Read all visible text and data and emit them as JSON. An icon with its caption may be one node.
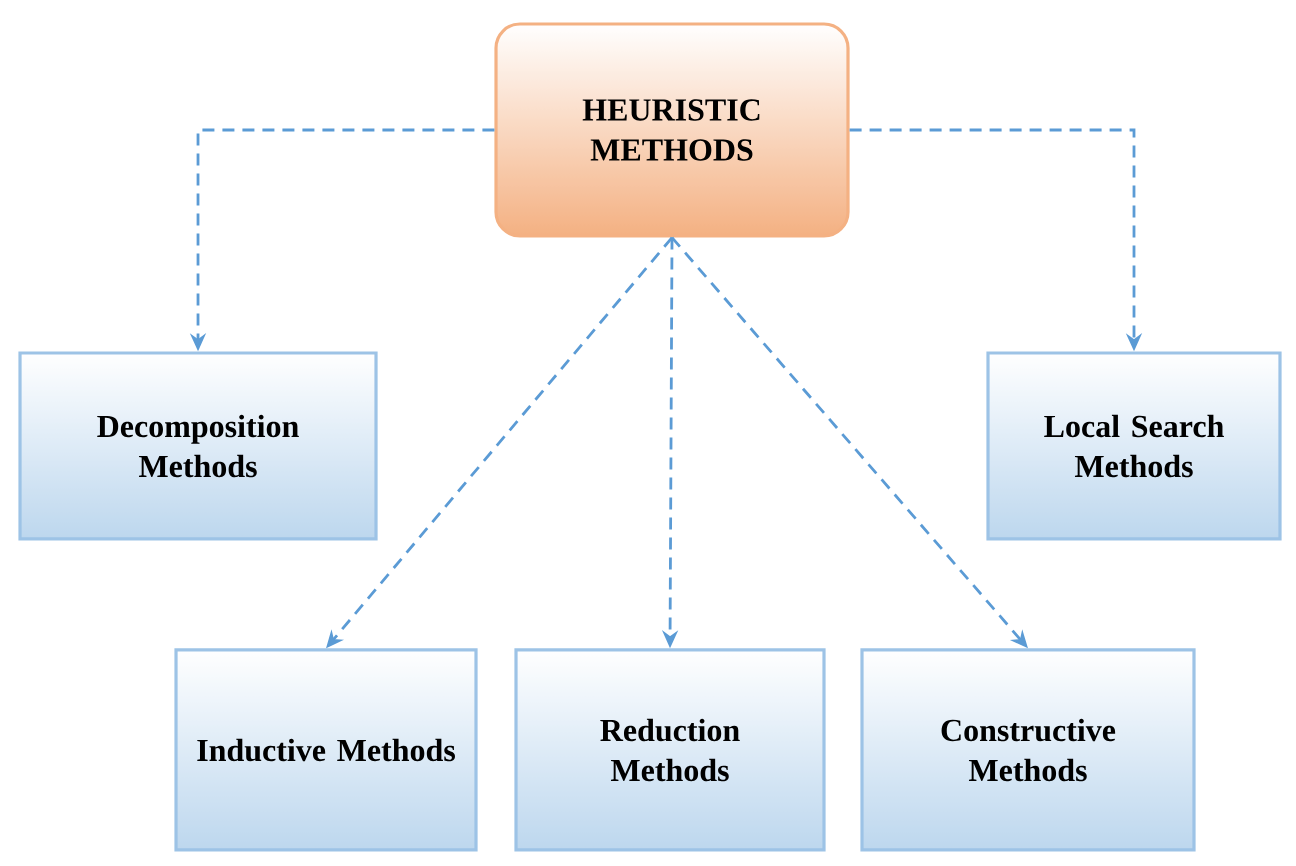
{
  "diagram": {
    "nodes": [
      {
        "text": [
          "HEURISTIC METHODS"
        ]
      },
      {
        "text": [
          "Decomposition Methods"
        ]
      },
      {
        "text": [
          "Local Search Methods"
        ]
      },
      {
        "text": [
          "Inductive Methods"
        ]
      },
      {
        "text": [
          "Reduction Methods"
        ]
      },
      {
        "text": [
          "Constructive Methods"
        ]
      }
    ],
    "edges": [
      {
        "from": 0,
        "to": 1,
        "arrow": "to",
        "style": "dashed"
      },
      {
        "from": 0,
        "to": 2,
        "arrow": "to",
        "style": "dashed"
      },
      {
        "from": 0,
        "to": 3,
        "arrow": "to",
        "style": "dashed"
      },
      {
        "from": 0,
        "to": 4,
        "arrow": "to",
        "style": "dashed"
      },
      {
        "from": 0,
        "to": 5,
        "arrow": "to",
        "style": "dashed"
      }
    ]
  }
}
